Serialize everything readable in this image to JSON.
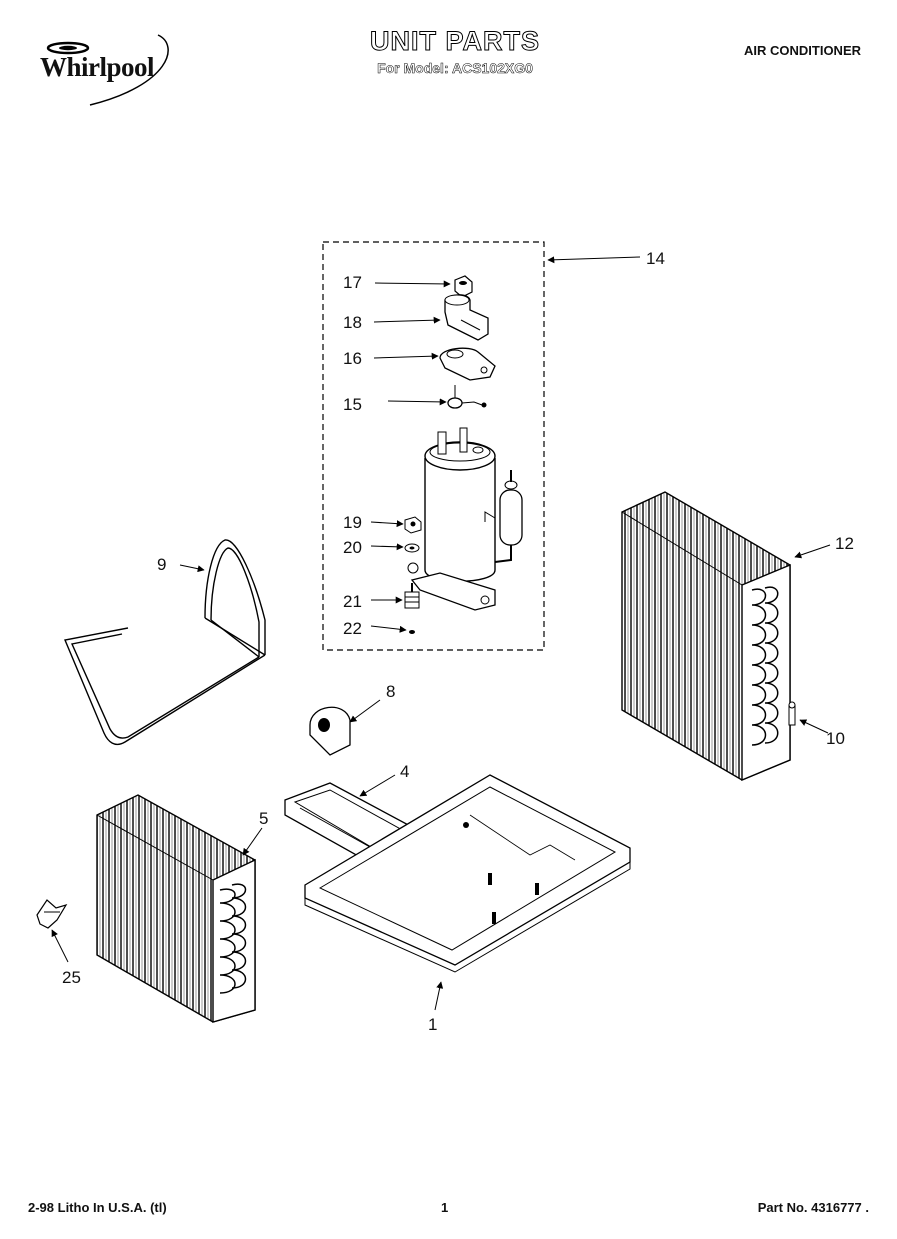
{
  "header": {
    "brand": "Whirlpool",
    "title": "UNIT PARTS",
    "subtitle": "For Model: ACS102XG0",
    "category": "AIR CONDITIONER"
  },
  "callouts": {
    "c1": "1",
    "c4": "4",
    "c5": "5",
    "c8": "8",
    "c9": "9",
    "c10": "10",
    "c12": "12",
    "c14": "14",
    "c15": "15",
    "c16": "16",
    "c17": "17",
    "c18": "18",
    "c19": "19",
    "c20": "20",
    "c21": "21",
    "c22": "22",
    "c25": "25"
  },
  "footer": {
    "litho": "2-98 Litho In U.S.A. (tl)",
    "page": "1",
    "part_no": "Part No. 4316777 ."
  }
}
